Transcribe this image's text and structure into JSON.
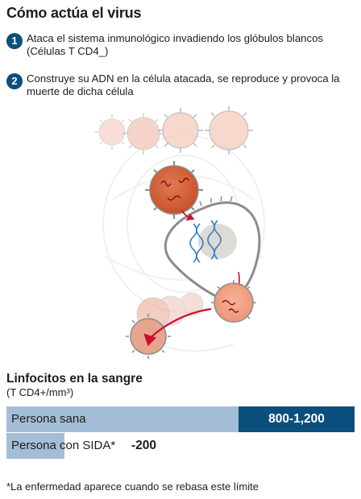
{
  "header": {
    "title": "Cómo actúa el virus"
  },
  "steps": [
    {
      "number": "1",
      "text": "Ataca el sistema inmunológico invadiendo los glóbulos blancos (Células T CD4_)"
    },
    {
      "number": "2",
      "text": "Construye su ADN en la célula atacada, se reproduce y provoca la muerte de dicha célula"
    }
  ],
  "lymphocytes": {
    "title": "Linfocitos en la sangre",
    "unit": "(T CD4+/mm³)",
    "rows": [
      {
        "label": "Persona sana",
        "value": "800-1,200",
        "fill": 1.0
      },
      {
        "label": "Persona con SIDA*",
        "value": "-200",
        "fill": 0.167
      }
    ]
  },
  "footnote": "*La enfermedad aparece cuando se rebasa este límite",
  "colors": {
    "accent": "#0b4f7c",
    "bar_light": "#a3bed6",
    "virus": "#d9663f",
    "virus_light": "#f0c3b3",
    "arrow": "#c8102e",
    "dna": "#3a7fc4"
  }
}
